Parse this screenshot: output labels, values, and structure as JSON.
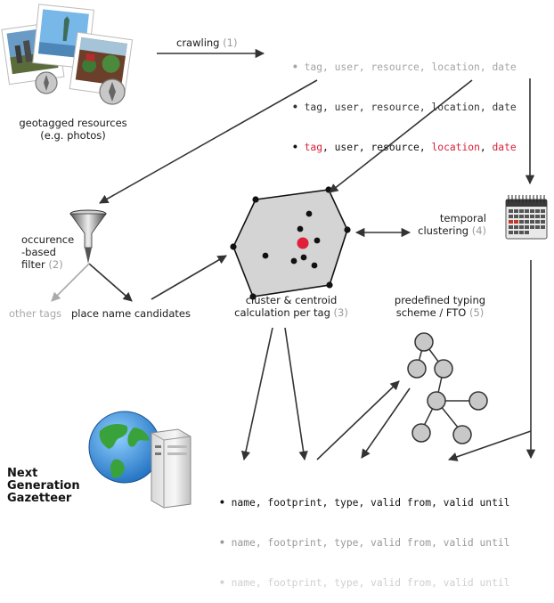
{
  "labels": {
    "crawling": "crawling",
    "crawling_num": "(1)",
    "geotagged_line1": "geotagged resources",
    "geotagged_line2": "(e.g. photos)",
    "filter_line1": "occurence",
    "filter_line2": "-based",
    "filter_line3": "filter",
    "filter_num": "(2)",
    "other_tags": "other tags",
    "place_name_candidates": "place name candidates",
    "cluster_line1": "cluster & centroid",
    "cluster_line2": "calculation per tag",
    "cluster_num": "(3)",
    "temporal_line1": "temporal",
    "temporal_line2": "clustering",
    "temporal_num": "(4)",
    "typing_line1": "predefined typing",
    "typing_line2": "scheme / FTO",
    "typing_num": "(5)",
    "ngg_line1": "Next",
    "ngg_line2": "Generation",
    "ngg_line3": "Gazetteer"
  },
  "tuples": {
    "bullet": "•",
    "row1": "tag, user, resource, location, date",
    "row2": "tag, user, resource, location, date",
    "row3_tag": "tag",
    "row3_mid": ", user, resource, ",
    "row3_loc": "location",
    "row3_sep": ", ",
    "row3_date": "date"
  },
  "gazetteer_rows": {
    "bullet": "•",
    "row1": "name, footprint, type, valid from, valid until",
    "row2": "name, footprint, type, valid from, valid until",
    "row3": "name, footprint, type, valid from, valid until"
  },
  "colors": {
    "highlight_red": "#d6203a",
    "arrow": "#333333",
    "grey_arrow": "#aaaaaa",
    "hull_fill": "#d4d4d4",
    "tree_node": "#c8c8c8"
  },
  "icons": [
    "photo-stack-icon",
    "funnel-icon",
    "calendar-icon",
    "globe-icon",
    "server-icon",
    "tree-icon",
    "cluster-hull-icon"
  ]
}
